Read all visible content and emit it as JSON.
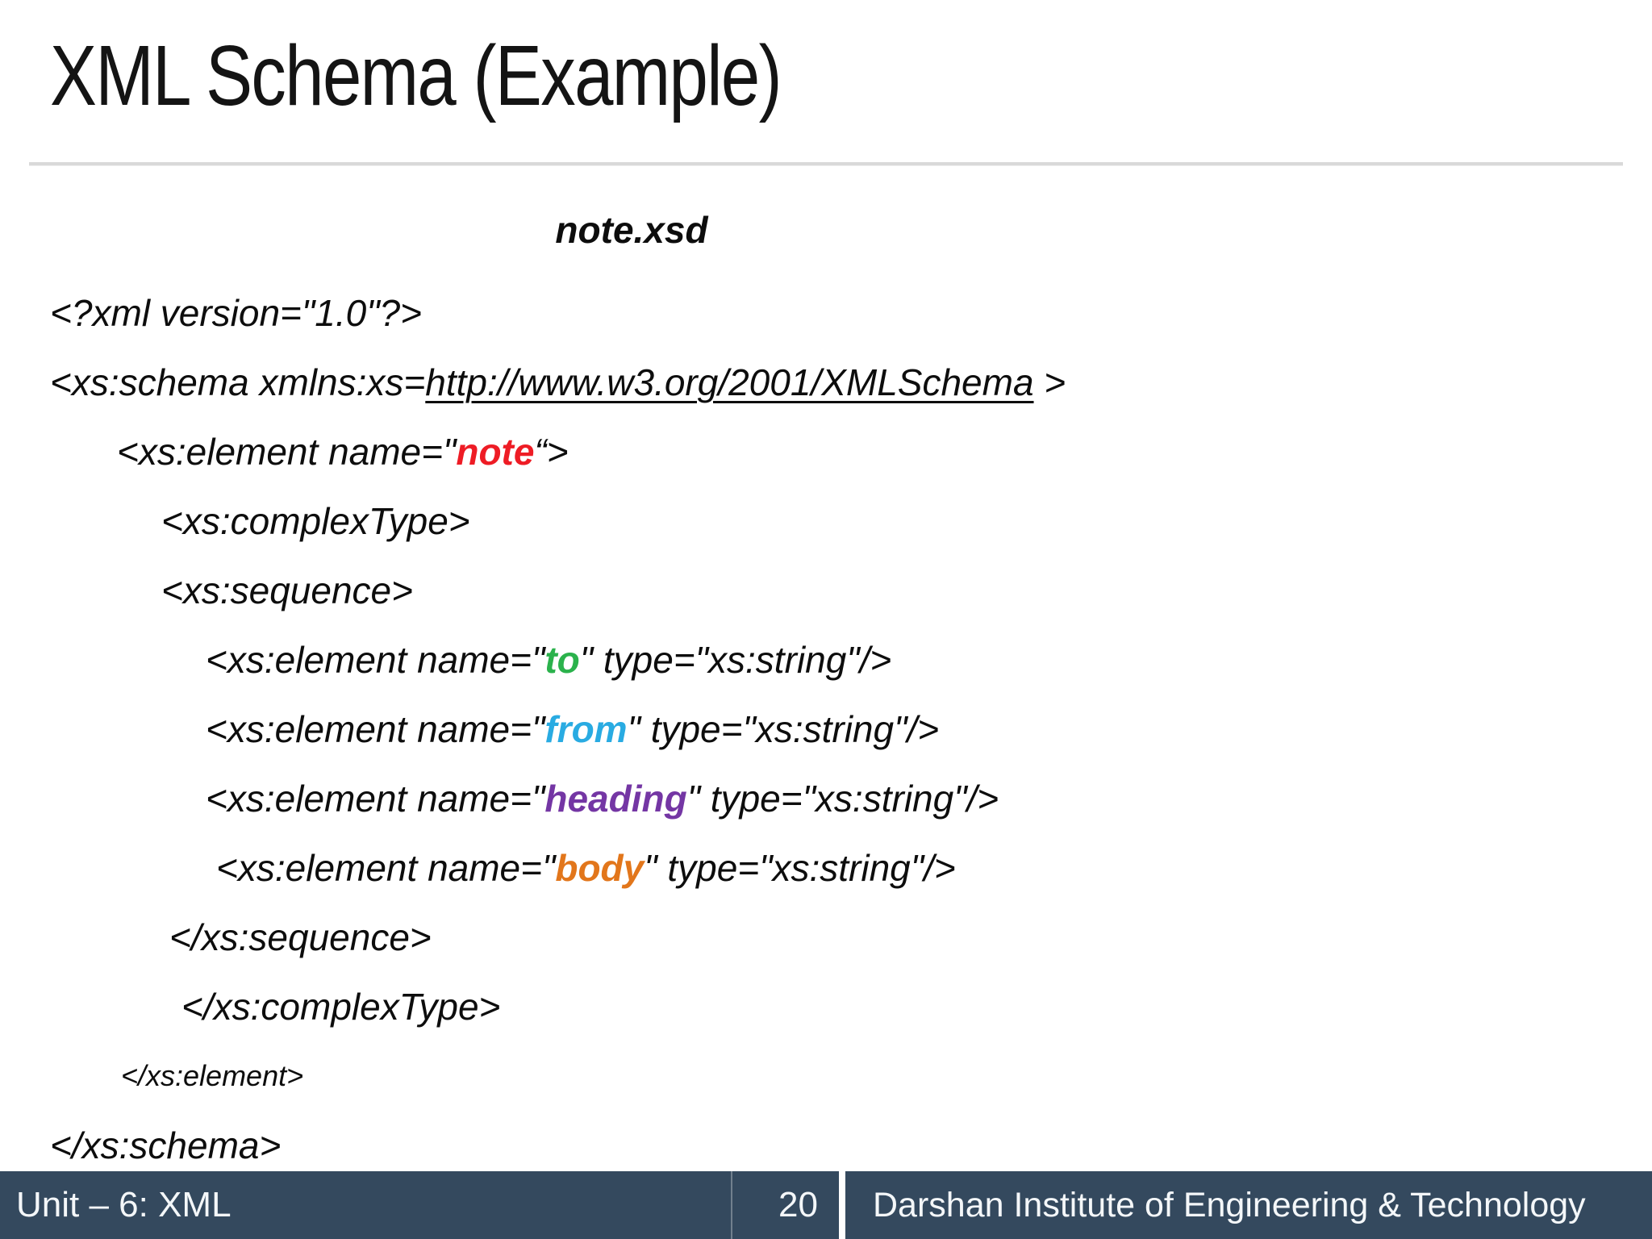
{
  "title": "XML Schema (Example)",
  "code": {
    "filename": "note.xsd",
    "lines": [
      {
        "text": "<?xml version=\"1.0\"?>"
      },
      {
        "pre": "<xs:schema xmlns:xs=",
        "link": "http://www.w3.org/2001/XMLSchema",
        "post": " >"
      },
      {
        "pre": "<xs:element name=\"",
        "keyword": "note",
        "post": "“>"
      },
      {
        "text": "<xs:complexType>"
      },
      {
        "text": "<xs:sequence>"
      },
      {
        "pre": "<xs:element name=\"",
        "keyword": "to",
        "post": "\" type=\"xs:string\"/>"
      },
      {
        "pre": "<xs:element name=\"",
        "keyword": "from",
        "post": "\" type=\"xs:string\"/>"
      },
      {
        "pre": "<xs:element name=\"",
        "keyword": "heading",
        "post": "\" type=\"xs:string\"/>"
      },
      {
        "pre": "<xs:element name=\"",
        "keyword": "body",
        "post": "\" type=\"xs:string\"/>"
      },
      {
        "text": "</xs:sequence>"
      },
      {
        "text": "</xs:complexType>"
      },
      {
        "text": "</xs:element>"
      },
      {
        "text": "</xs:schema>"
      }
    ]
  },
  "keyword_colors": {
    "note": "#ee1c25",
    "to": "#2bb24c",
    "from": "#29abe2",
    "heading": "#7436a4",
    "body": "#e2761b"
  },
  "footer": {
    "unit": "Unit – 6: XML",
    "page_number": "20",
    "institute": "Darshan Institute of Engineering & Technology",
    "bar_color": "#34495e"
  }
}
